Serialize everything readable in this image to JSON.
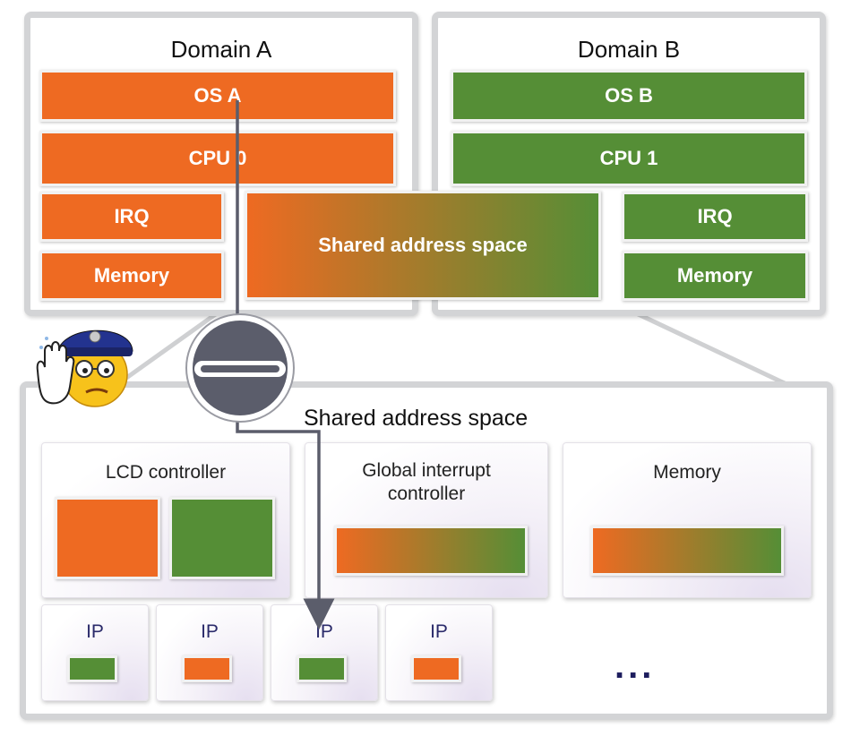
{
  "domain_a": {
    "title": "Domain A",
    "os": "OS A",
    "cpu": "CPU 0",
    "irq": "IRQ",
    "memory": "Memory"
  },
  "domain_b": {
    "title": "Domain B",
    "os": "OS B",
    "cpu": "CPU 1",
    "irq": "IRQ",
    "memory": "Memory"
  },
  "shared_block": {
    "label": "Shared address space"
  },
  "shared_panel": {
    "title": "Shared address space",
    "lcd": {
      "title": "LCD controller"
    },
    "gic": {
      "title_line1": "Global interrupt",
      "title_line2": "controller"
    },
    "memory": {
      "title": "Memory"
    },
    "ips": [
      {
        "label": "IP",
        "owner": "domain-b"
      },
      {
        "label": "IP",
        "owner": "domain-a"
      },
      {
        "label": "IP",
        "owner": "domain-b"
      },
      {
        "label": "IP",
        "owner": "domain-a"
      }
    ],
    "ellipsis": "..."
  },
  "colors": {
    "domain_a": "#ee6a22",
    "domain_b": "#558e36",
    "panel_border": "#d3d4d6",
    "connector": "#5b5d6b",
    "ellipsis": "#1d1d5e"
  },
  "icons": {
    "guard": "police-officer-stop-icon",
    "gate": "firewall-gate-icon"
  }
}
